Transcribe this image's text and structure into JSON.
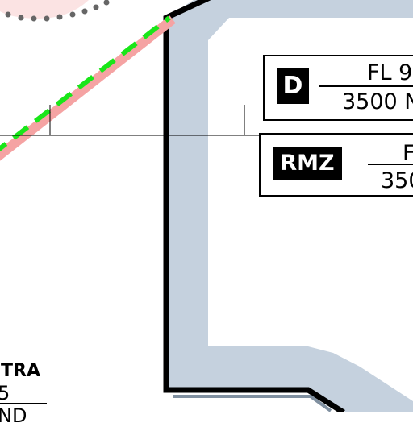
{
  "colors": {
    "background": "#ffffff",
    "airspace_fill": "#c5d1de",
    "airspace_border": "#000000",
    "route_band": "#f5a3a3",
    "route_dash": "#19e619",
    "dotted_boundary": "#666666",
    "pink_area": "#fbe3e3"
  },
  "airspace_d": {
    "class_letter": "D",
    "upper_limit": "FL 9",
    "lower_limit": "3500 N"
  },
  "airspace_rmz": {
    "class_letter": "RMZ",
    "upper_limit": "F",
    "lower_limit": "350"
  },
  "tra_label": {
    "name": "TRA",
    "upper_limit": "5",
    "lower_limit": "ND"
  }
}
